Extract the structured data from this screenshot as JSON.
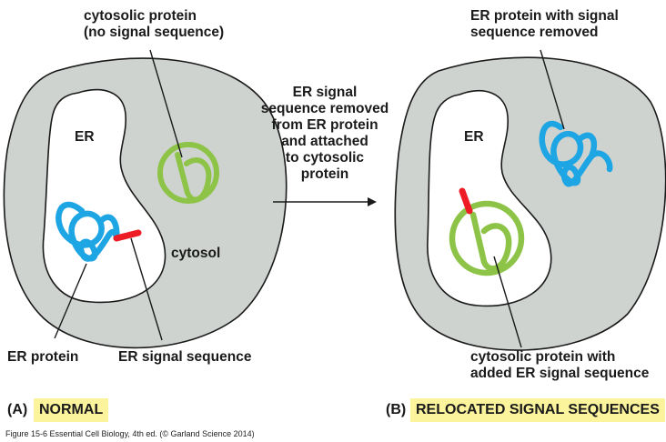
{
  "panel_a": {
    "letter": "(A)",
    "title": "NORMAL",
    "cytosolic_label_line1": "cytosolic protein",
    "cytosolic_label_line2": "(no signal sequence)",
    "er_label": "ER",
    "cytosol_label": "cytosol",
    "er_protein_label": "ER protein",
    "signal_label": "ER signal sequence"
  },
  "arrow_text": {
    "line1": "ER signal",
    "line2": "sequence removed",
    "line3": "from ER protein",
    "line4": "and attached",
    "line5": "to cytosolic",
    "line6": "protein"
  },
  "panel_b": {
    "letter": "(B)",
    "title": "RELOCATED SIGNAL SEQUENCES",
    "er_protein_label_line1": "ER protein with signal",
    "er_protein_label_line2": "sequence removed",
    "er_label": "ER",
    "cytosolic_label_line1": "cytosolic protein with",
    "cytosolic_label_line2": "added ER signal sequence"
  },
  "caption": "Figure 15-6  Essential Cell Biology, 4th ed. (© Garland Science 2014)",
  "colors": {
    "cell": "#cfd3cf",
    "green": "#8dc448",
    "blue": "#1ea5e3",
    "red": "#ee1c24",
    "highlight": "#fbf49c"
  }
}
